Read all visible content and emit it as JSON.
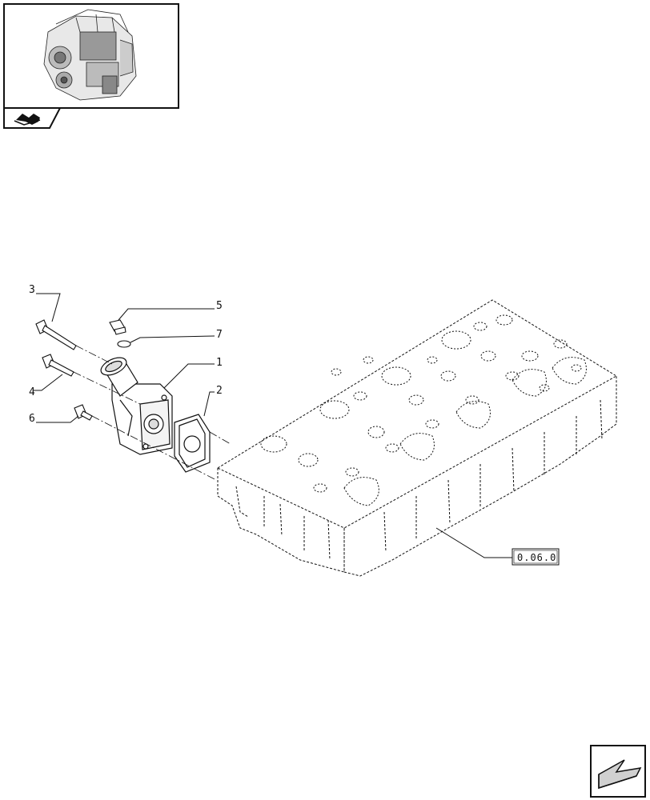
{
  "thumbnail": {
    "icon": "engine-thumbnail-icon",
    "tab_icon": "book-section-icon"
  },
  "callouts": [
    "3",
    "5",
    "7",
    "1",
    "2",
    "4",
    "6"
  ],
  "reference_label": "0.06.0",
  "nav": {
    "icon": "next-page-arrow-icon"
  },
  "colors": {
    "line": "#111111",
    "paper": "#ffffff",
    "shade": "#d8d8d8"
  }
}
